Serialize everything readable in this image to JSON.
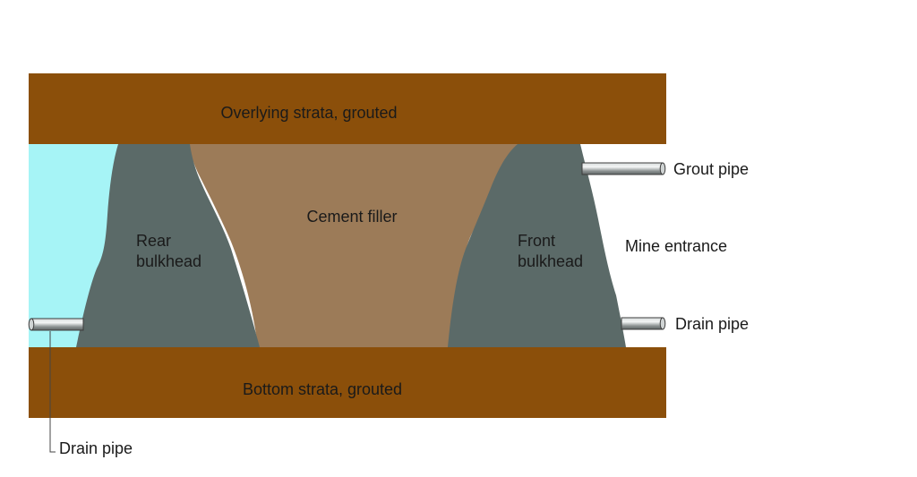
{
  "labels": {
    "overlying_strata": "Overlying strata, grouted",
    "bottom_strata": "Bottom strata, grouted",
    "cement_filler": "Cement filler",
    "rear_bulkhead_line1": "Rear",
    "rear_bulkhead_line2": "bulkhead",
    "front_bulkhead_line1": "Front",
    "front_bulkhead_line2": "bulkhead",
    "mine_entrance": "Mine entrance",
    "grout_pipe": "Grout pipe",
    "drain_pipe_right": "Drain pipe",
    "drain_pipe_left": "Drain pipe"
  },
  "colors": {
    "strata": "#8b4f0a",
    "water": "#a6f4f6",
    "bulkhead": "#5b6a68",
    "cement": "#9c7b58",
    "pipe": "#9aa0a0",
    "text": "#1a1a1a"
  }
}
